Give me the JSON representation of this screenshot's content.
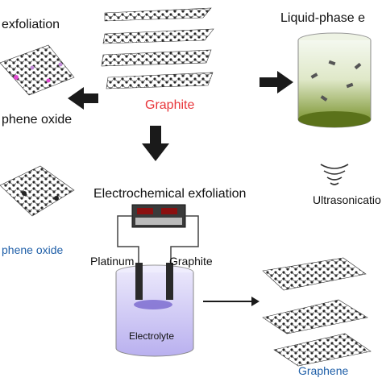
{
  "labels": {
    "chem_exfoliation": "exfoliation",
    "liquid_phase": "Liquid-phase e",
    "graphene_oxide_1": "phene oxide",
    "graphite_center": "Graphite",
    "electrochemical": "Electrochemical exfoliation",
    "ultrasonication": "Ultrasonicatio",
    "graphene_oxide_2": "phene oxide",
    "platinum": "Platinum",
    "graphite_electrode": "Graphite",
    "electrolyte": "Electrolyte",
    "graphene": "Graphene"
  },
  "colors": {
    "graphite_label": "#e8353a",
    "blue_label": "#1f5fa8",
    "arrow": "#1a1a1a",
    "liquid": "#6f8a1e",
    "electrolyte": "#6b58c9"
  },
  "icons": [
    "left-arrow-icon",
    "right-arrow-icon",
    "down-arrow-icon",
    "ultrasound-waves-icon",
    "power-supply-icon"
  ]
}
